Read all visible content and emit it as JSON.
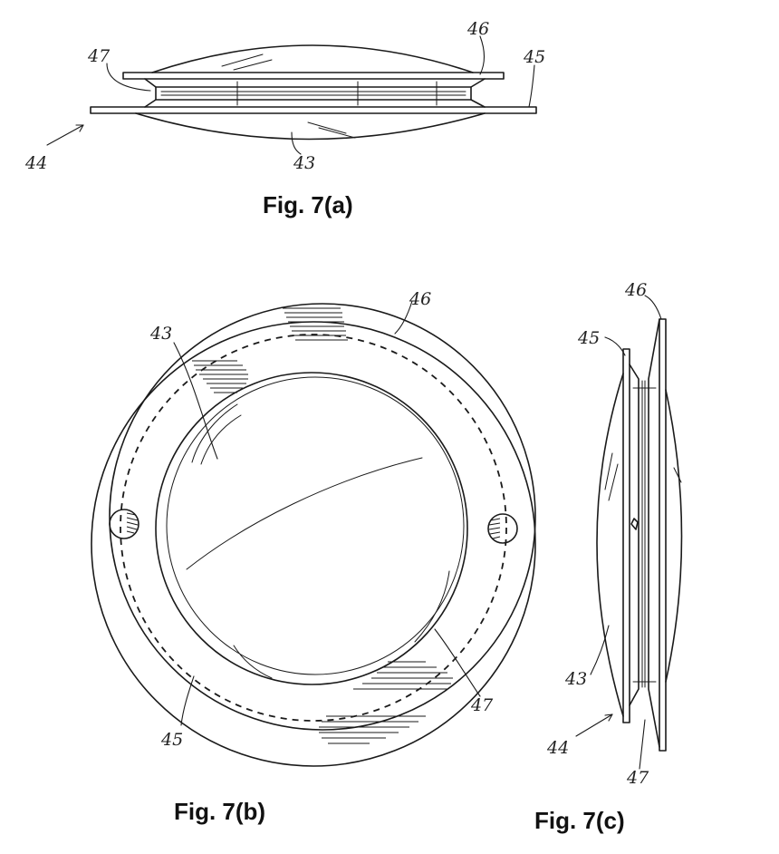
{
  "figures": [
    {
      "caption": "Fig. 7(a)",
      "labels": {
        "lens": "43",
        "assembly": "44",
        "lower_flange": "45",
        "upper_flange": "46",
        "channel": "47"
      }
    },
    {
      "caption": "Fig. 7(b)",
      "labels": {
        "lens": "43",
        "lower_flange": "45",
        "upper_flange": "46",
        "channel": "47"
      }
    },
    {
      "caption": "Fig. 7(c)",
      "labels": {
        "lens": "43",
        "assembly": "44",
        "lower_flange": "45",
        "upper_flange": "46",
        "channel": "47"
      }
    }
  ]
}
